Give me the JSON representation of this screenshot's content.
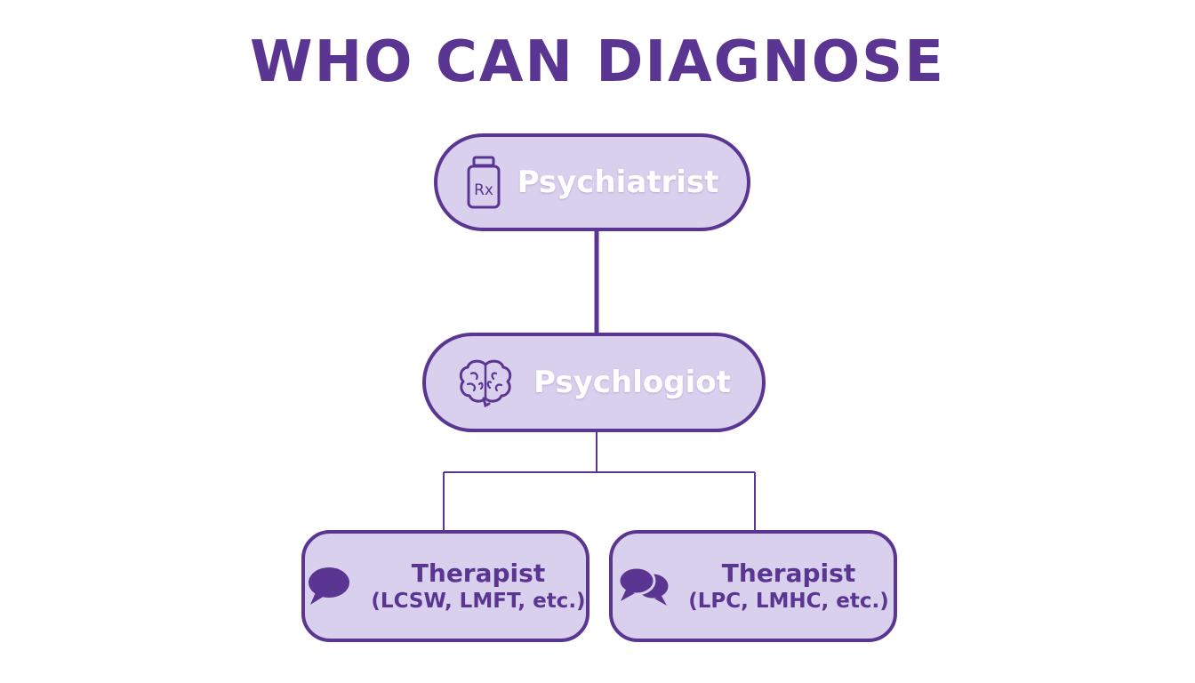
{
  "title": "WHO CAN DIAGNOSE",
  "colors": {
    "primary": "#5a3591",
    "node_fill": "#d9d0ee",
    "node_text": "#ffffff"
  },
  "nodes": {
    "psychiatrist": {
      "label": "Psychiatrist",
      "icon": "prescription-bottle-icon",
      "icon_text": "Rx"
    },
    "psychologist": {
      "label": "Psychlogiot",
      "icon": "brain-icon"
    },
    "therapist_left": {
      "title": "Therapist",
      "subtitle": "(LCSW, LMFT, etc.)",
      "icon": "speech-bubble-icon"
    },
    "therapist_right": {
      "title": "Therapist",
      "subtitle": "(LPC, LMHC, etc.)",
      "icon": "two-speech-bubbles-icon"
    }
  }
}
